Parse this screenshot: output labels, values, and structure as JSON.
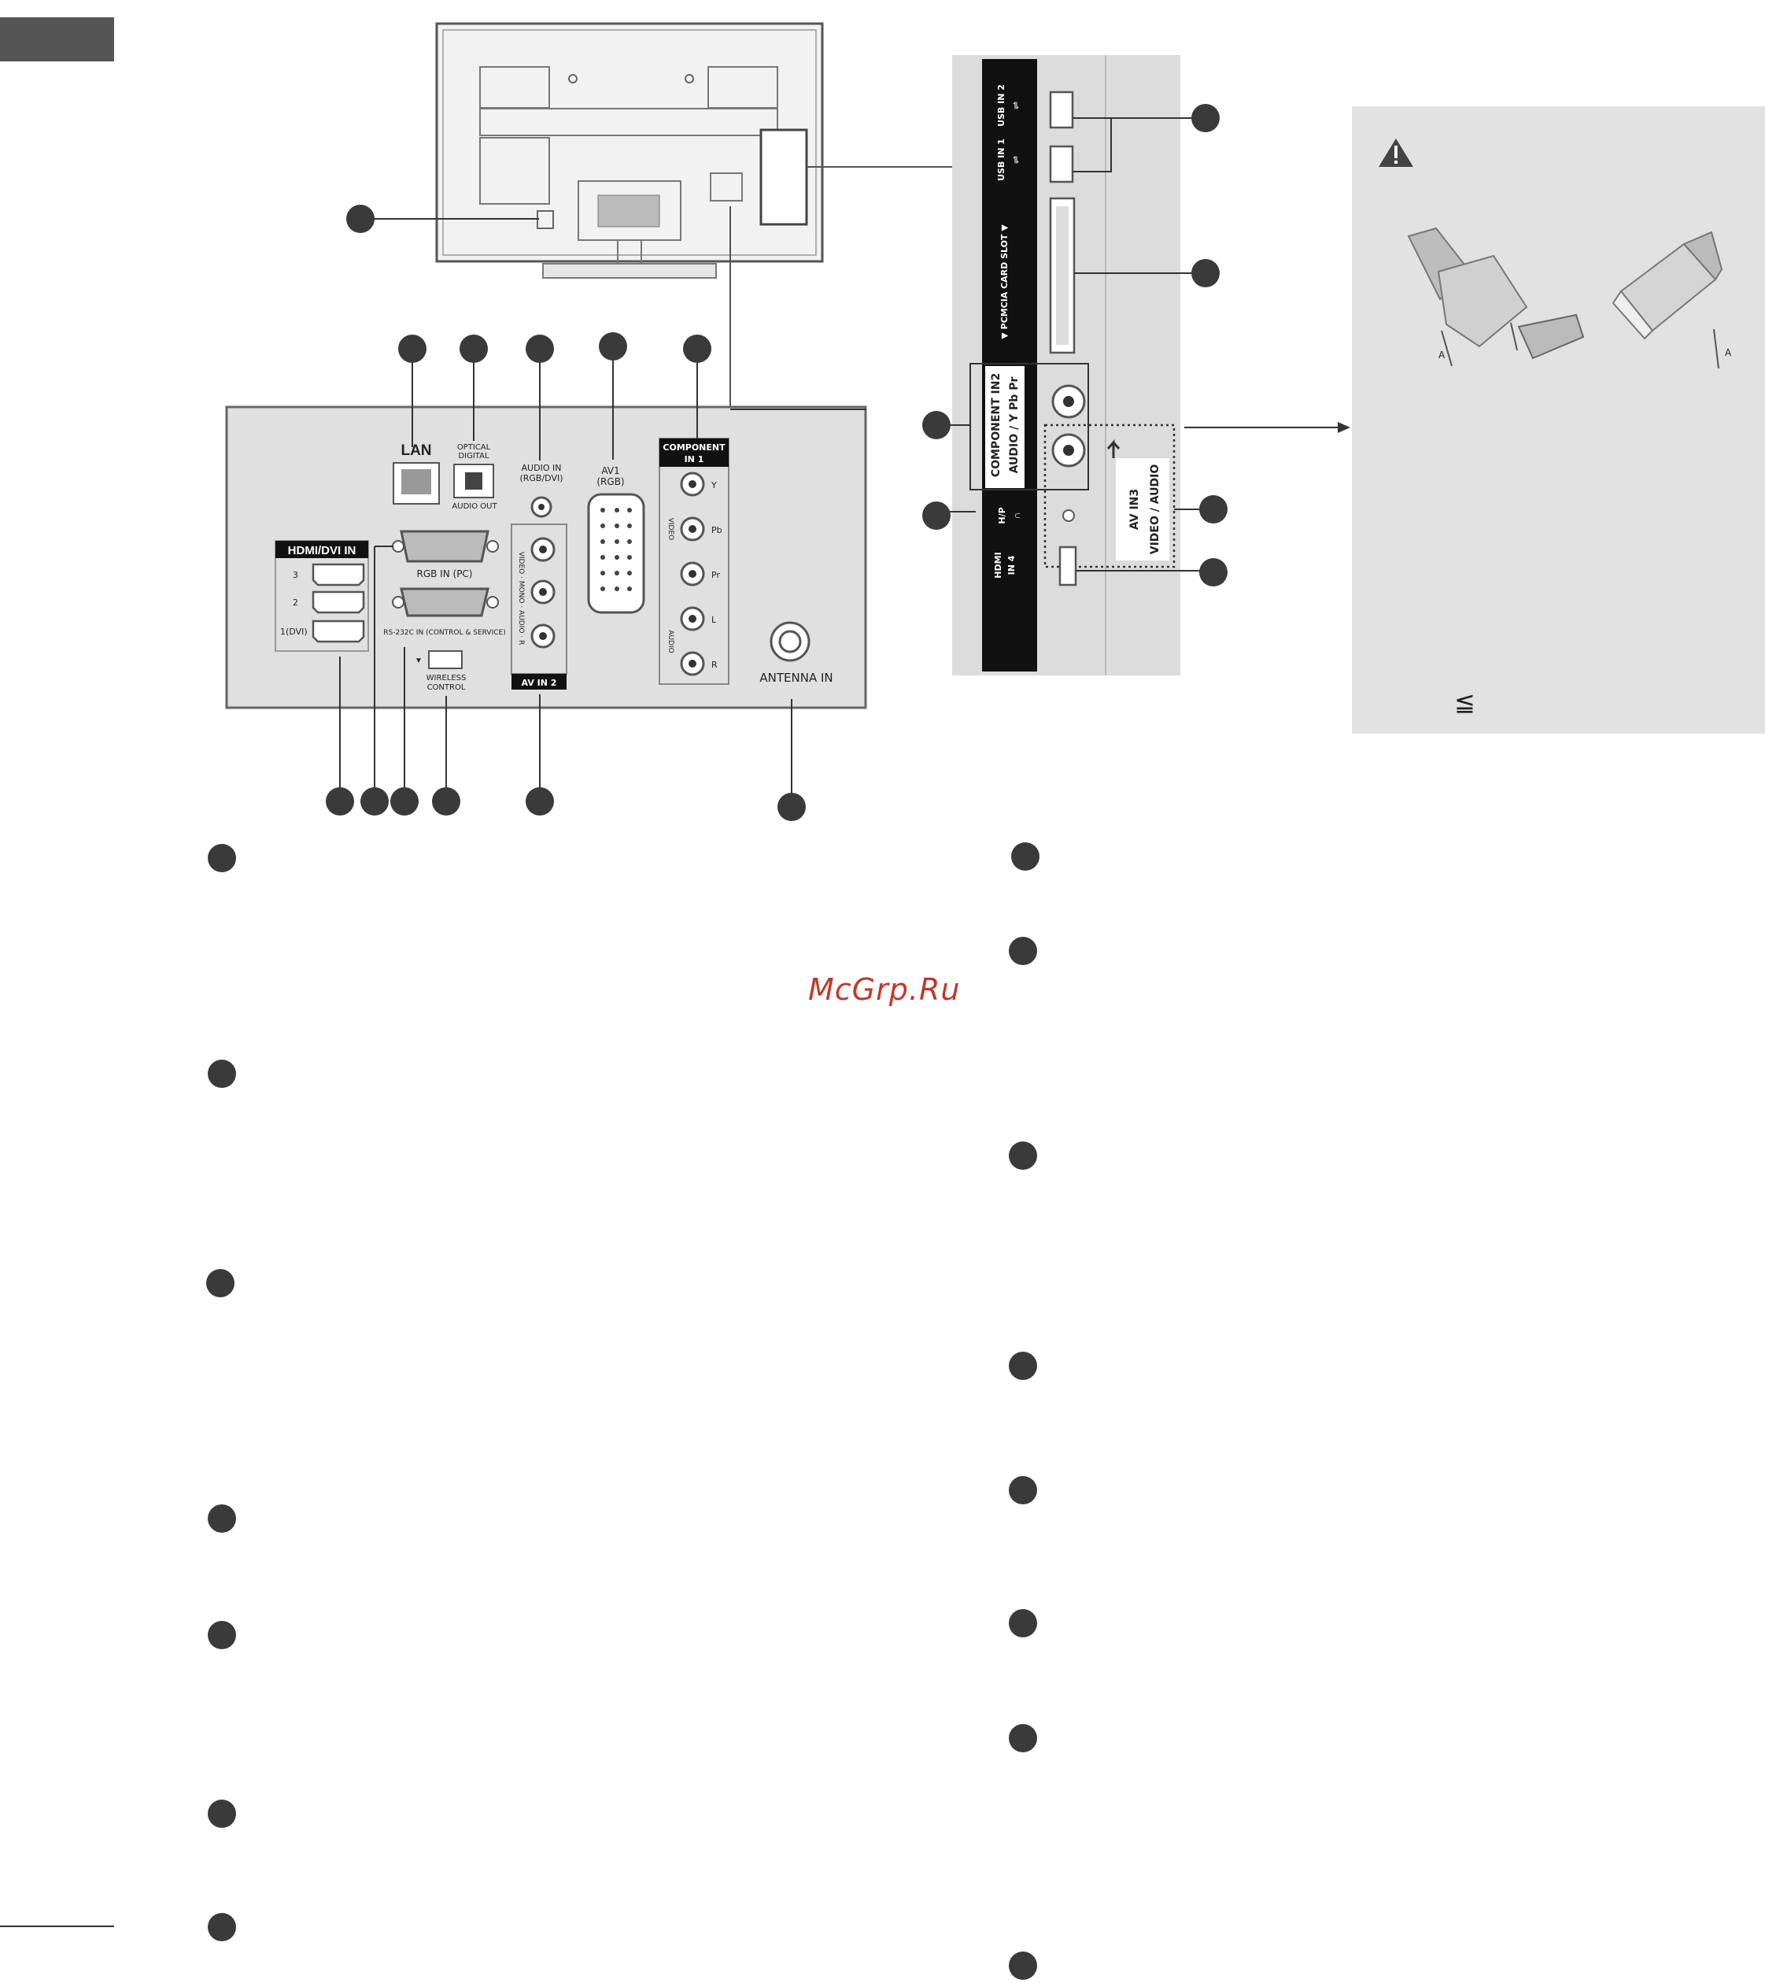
{
  "back_panel": {
    "lan": "LAN",
    "optical_top": "OPTICAL",
    "optical_mid": "DIGITAL",
    "optical_bottom": "AUDIO OUT",
    "audio_in": "AUDIO IN",
    "audio_in_sub": "(RGB/DVI)",
    "av1": "AV1",
    "av1_sub": "(RGB)",
    "component_in": "COMPONENT",
    "component_in_sub": "IN 1",
    "component_y": "Y",
    "component_pb": "Pb",
    "component_pr": "Pr",
    "component_video": "VIDEO",
    "component_audio": "AUDIO",
    "component_l": "L",
    "component_r": "R",
    "hdmi_dvi_in": "HDMI/DVI IN",
    "hdmi_3": "3",
    "hdmi_2": "2",
    "hdmi_1": "1(DVI)",
    "rgb_in": "RGB IN (PC)",
    "rs232c": "RS-232C IN (CONTROL & SERVICE)",
    "wireless": "WIRELESS",
    "wireless_sub": "CONTROL",
    "av_in2_vertical": "VIDEO · MONO · AUDIO · R",
    "av_in2": "AV IN 2",
    "antenna_in": "ANTENNA IN"
  },
  "side_panel": {
    "usb2": "USB IN 2",
    "usb1": "USB IN 1",
    "pcmcia": "▼ PCMCIA CARD SLOT ▼",
    "component2": "COMPONENT IN2",
    "component2_sub": "AUDIO / Y  Pb  Pr",
    "hp": "H/P",
    "hdmi4": "HDMI",
    "hdmi4_sub": "IN 4",
    "av_in3": "AV IN3",
    "av_in3_sub": "VIDEO / AUDIO"
  },
  "caution_box": {
    "dim_label": "A",
    "leq_symbol": "≦"
  },
  "watermark": "McGrp.Ru",
  "icons": {
    "warning": "warning-icon",
    "hdmi_plug": "hdmi-plug-icon",
    "usb_stick": "usb-stick-icon",
    "usb_symbol": "usb-icon",
    "headphone": "headphone-icon"
  },
  "colors": {
    "header_block": "#555555",
    "callout_dot": "#3a3a3a",
    "panel_bg": "#e0e0e0",
    "side_panel_dark": "#111111",
    "caution_bg": "#e2e2e2",
    "watermark": "#c0392b"
  }
}
